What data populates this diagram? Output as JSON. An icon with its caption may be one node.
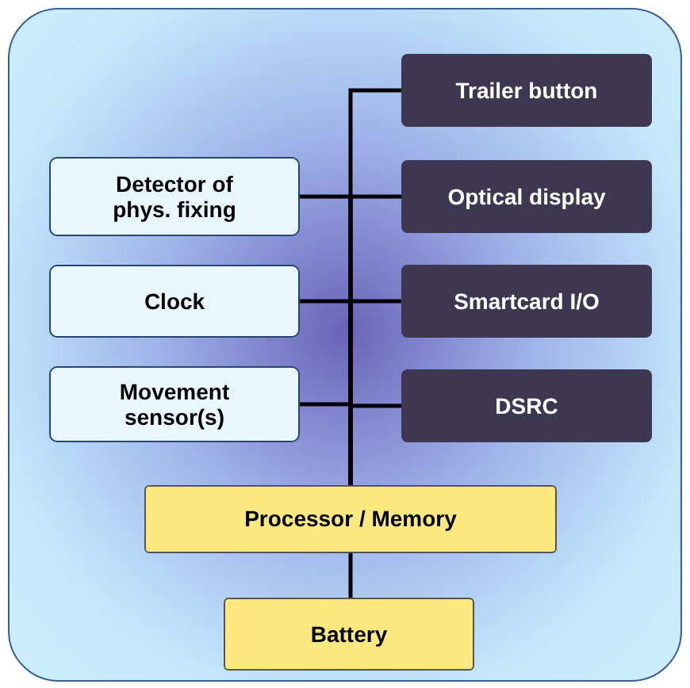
{
  "diagram": {
    "nodes": [
      {
        "text": [],
        "shape": "box"
      },
      {
        "text": [
          "Trailer button"
        ],
        "in": 0
      },
      {
        "text": [
          "Detector of phys. fixing"
        ],
        "in": 0
      },
      {
        "text": [
          "Optical display"
        ],
        "in": 0
      },
      {
        "text": [
          "Clock"
        ],
        "in": 0
      },
      {
        "text": [
          "Smartcard I/O"
        ],
        "in": 0
      },
      {
        "text": [
          "Movement sensor(s)"
        ],
        "in": 0
      },
      {
        "text": [
          "DSRC"
        ],
        "in": 0
      },
      {
        "text": [
          "Processor / Memory"
        ],
        "in": 0
      },
      {
        "text": [
          "Battery"
        ],
        "in": 0
      }
    ],
    "edges": [
      {
        "from": 1,
        "to": 8,
        "arrow": "none"
      },
      {
        "from": 2,
        "to": 8,
        "arrow": "none"
      },
      {
        "from": 3,
        "to": 8,
        "arrow": "none"
      },
      {
        "from": 4,
        "to": 8,
        "arrow": "none"
      },
      {
        "from": 5,
        "to": 8,
        "arrow": "none"
      },
      {
        "from": 6,
        "to": 8,
        "arrow": "none"
      },
      {
        "from": 7,
        "to": 8,
        "arrow": "none"
      },
      {
        "from": 8,
        "to": 9,
        "arrow": "none"
      }
    ]
  }
}
